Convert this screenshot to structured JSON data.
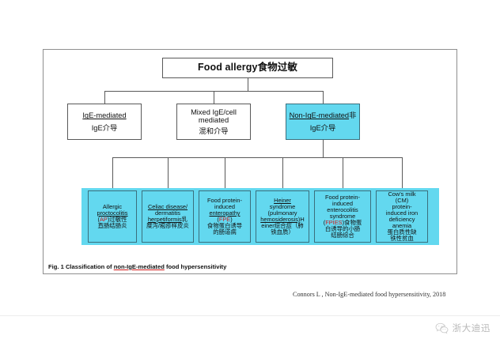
{
  "slide": {
    "background_color": "#ffffff",
    "accent_cyan": "#63d8ef",
    "abbr_color": "#d11b1b"
  },
  "figure": {
    "root": {
      "en": "Food allergy",
      "zh": "食物过敏"
    },
    "tier2": [
      {
        "en": "IgE-mediated",
        "zh": "IgE介导",
        "highlight": false
      },
      {
        "en_line1": "Mixed IgE/cell",
        "en_line2": "mediated",
        "zh": "混和介导",
        "highlight": false
      },
      {
        "en": "Non-IgE-mediated",
        "zh_inline": "非",
        "zh": "IgE介导",
        "highlight": true
      }
    ],
    "leaves": [
      {
        "en_line1": "Allergic",
        "en_line2": "proctocolitis",
        "abbr": "AP",
        "zh_line1": "过敏性",
        "zh_line2": "直肠结肠炎"
      },
      {
        "en_line1": "Celiac disease/",
        "en_line2": "dermatitis",
        "en_line3": "herpetiformis",
        "zh_line1": "乳",
        "zh_line2": "糜泻/疱疹样皮炎"
      },
      {
        "en_line1": "Food protein-",
        "en_line2": "induced",
        "en_line3": "enteropathy",
        "abbr": "FPE",
        "zh_line1": "食物蛋白诱导",
        "zh_line2": "的肠道病"
      },
      {
        "en_line1": "Heiner",
        "en_line2": "syndrome",
        "en_line3": "(pulmonary",
        "en_line4": "hemosiderosis)",
        "zh_line1": "H",
        "zh_line2": "einer综合症（肺",
        "zh_line3": "铁血质）"
      },
      {
        "en_line1": "Food protein-",
        "en_line2": "induced",
        "en_line3": "enterocolitis",
        "en_line4": "syndrome",
        "abbr": "FPIES",
        "zh_line1": "食物蛋",
        "zh_line2": "白诱导的小肠",
        "zh_line3": "结肠综合"
      },
      {
        "en_line1": "Cow's milk",
        "en_line2": "(CM)",
        "en_line3": "protein-",
        "en_line4": "induced iron",
        "en_line5": "deficiency",
        "en_line6": "anemia",
        "zh_line1": "蛋白质性缺",
        "zh_line2": "铁性贫血"
      }
    ],
    "caption_prefix": "Fig. 1 Classification of ",
    "caption_underlined": "non-IgE-mediated",
    "caption_suffix": " food hypersensitivity"
  },
  "citation": "Connors L , Non-IgE-mediated food hypersensitivity, 2018",
  "footer": {
    "brand": "浙大迪迅",
    "icon": "wechat-icon"
  }
}
